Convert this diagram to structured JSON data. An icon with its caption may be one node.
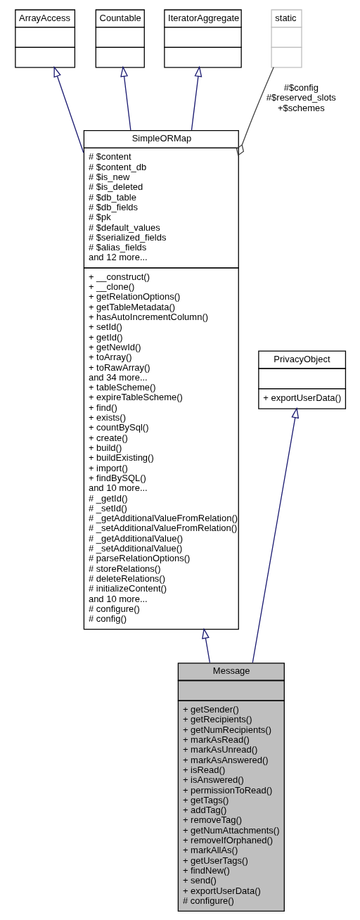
{
  "diagram": {
    "nodes": [
      {
        "text": [
          "ArrayAccess"
        ]
      },
      {
        "text": [
          "Countable"
        ]
      },
      {
        "text": [
          "IteratorAggregate"
        ]
      },
      {
        "text": [
          "static"
        ]
      },
      {
        "text": [
          "SimpleORMap",
          "# $content",
          "# $content_db",
          "# $is_new",
          "# $is_deleted",
          "# $db_table",
          "# $db_fields",
          "# $pk",
          "# $default_values",
          "# $serialized_fields",
          "# $alias_fields",
          "and 12 more...",
          "+ __construct()",
          "+ __clone()",
          "+ getRelationOptions()",
          "+ getTableMetadata()",
          "+ hasAutoIncrementColumn()",
          "+ setId()",
          "+ getId()",
          "+ getNewId()",
          "+ toArray()",
          "+ toRawArray()",
          "and 34 more...",
          "+ tableScheme()",
          "+ expireTableScheme()",
          "+ find()",
          "+ exists()",
          "+ countBySql()",
          "+ create()",
          "+ build()",
          "+ buildExisting()",
          "+ import()",
          "+ findBySQL()",
          "and 10 more...",
          "# _getId()",
          "# _setId()",
          "# _getAdditionalValueFromRelation()",
          "# _setAdditionalValueFromRelation()",
          "# _getAdditionalValue()",
          "# _setAdditionalValue()",
          "# parseRelationOptions()",
          "# storeRelations()",
          "# deleteRelations()",
          "# initializeContent()",
          "and 10 more...",
          "# configure()",
          "# config()"
        ]
      },
      {
        "text": [
          "PrivacyObject",
          "+ exportUserData()"
        ]
      },
      {
        "text": [
          "Message",
          "+ getSender()",
          "+ getRecipients()",
          "+ getNumRecipients()",
          "+ markAsRead()",
          "+ markAsUnread()",
          "+ markAsAnswered()",
          "+ isRead()",
          "+ isAnswered()",
          "+ permissionToRead()",
          "+ getTags()",
          "+ addTag()",
          "+ removeTag()",
          "+ getNumAttachments()",
          "+ removeIfOrphaned()",
          "+ markAllAs()",
          "+ getUserTags()",
          "+ findNew()",
          "+ send()",
          "+ exportUserData()",
          "# configure()"
        ]
      }
    ],
    "edges": [
      {
        "from": 4,
        "to": 0,
        "arrow": "to"
      },
      {
        "from": 4,
        "to": 1,
        "arrow": "to"
      },
      {
        "from": 4,
        "to": 2,
        "arrow": "to"
      },
      {
        "from": 4,
        "to": 3,
        "arrow": "other",
        "label": "#$config #$reserved_slots +$schemes",
        "color": "#404040"
      },
      {
        "from": 6,
        "to": 4,
        "arrow": "to"
      },
      {
        "from": 6,
        "to": 5,
        "arrow": "to"
      }
    ]
  }
}
